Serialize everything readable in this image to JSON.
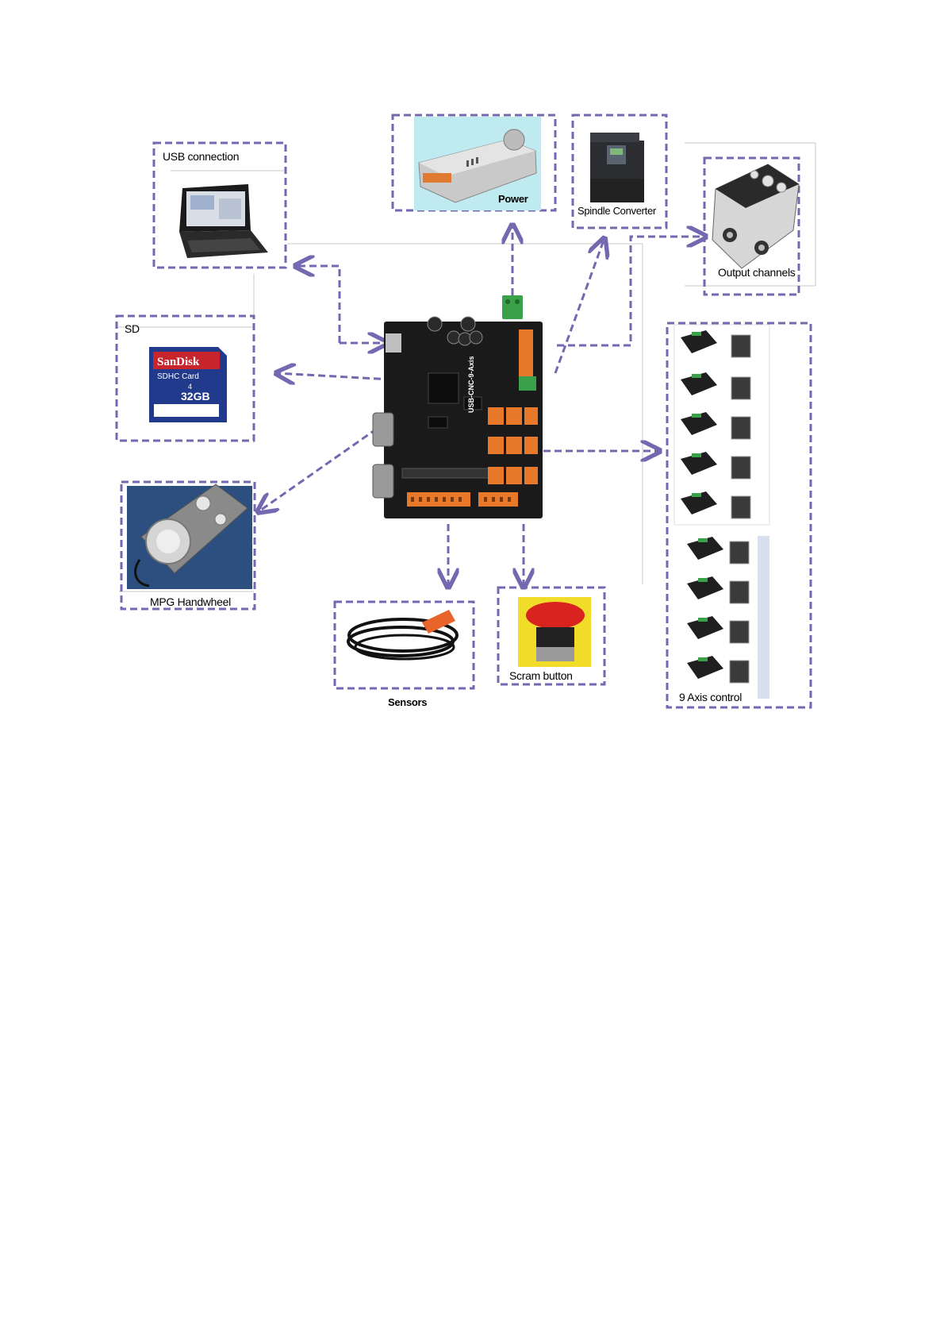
{
  "diagram": {
    "board": {
      "silk_label": "USB-CNC-9-Axis"
    },
    "nodes": {
      "usb": {
        "label": "USB connection"
      },
      "power": {
        "label": "Power"
      },
      "spindle": {
        "label": "Spindle Converter"
      },
      "output": {
        "label": "Output channels"
      },
      "sd": {
        "label": "SD",
        "card_brand": "SanDisk",
        "card_type": "SDHC Card",
        "card_capacity": "32GB",
        "card_class": "4"
      },
      "mpg": {
        "label": "MPG Handwheel"
      },
      "sensors": {
        "label": "Sensors"
      },
      "scram": {
        "label": "Scram button"
      },
      "axis": {
        "label": "9 Axis control"
      }
    },
    "colors": {
      "dashed_border": "#7468b0",
      "board": "#1a1a1a",
      "terminal_orange": "#e8782a",
      "terminal_green": "#3aa049",
      "power_bg": "#bfeaf0",
      "sd_blue": "#223a8c",
      "sd_red": "#c8242b",
      "scram_yellow": "#f2dc2a",
      "scram_red": "#d8231f"
    }
  }
}
